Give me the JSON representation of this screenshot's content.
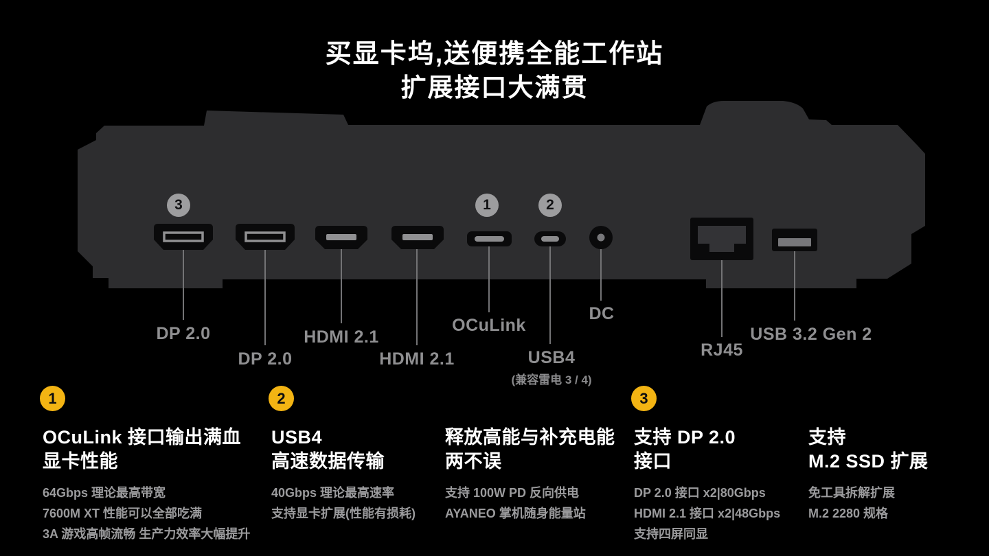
{
  "title": {
    "line1": "买显卡坞,送便携全能工作站",
    "line2": "扩展接口大满贯"
  },
  "ports": [
    {
      "label": "DP 2.0"
    },
    {
      "label": "DP 2.0"
    },
    {
      "label": "HDMI 2.1"
    },
    {
      "label": "HDMI 2.1"
    },
    {
      "label": "OCuLink",
      "callout": "1"
    },
    {
      "label": "USB4",
      "sublabel": "(兼容雷电 3 / 4)",
      "callout": "2"
    },
    {
      "label": "DC"
    },
    {
      "label": "RJ45"
    },
    {
      "label": "USB 3.2 Gen 2"
    }
  ],
  "dp_callout": "3",
  "features": [
    {
      "badge": "1",
      "heading": "OCuLink 接口输出满血\n显卡性能",
      "body": "64Gbps 理论最高带宽\n7600M XT 性能可以全部吃满\n3A 游戏高帧流畅 生产力效率大幅提升"
    },
    {
      "badge": "2",
      "heading": "USB4\n高速数据传输",
      "body": "40Gbps 理论最高速率\n支持显卡扩展(性能有损耗)"
    },
    {
      "badge": "",
      "heading": "释放高能与补充电能\n两不误",
      "body": "支持 100W PD 反向供电\nAYANEO 掌机随身能量站"
    },
    {
      "badge": "3",
      "heading": "支持 DP 2.0\n接口",
      "body": "DP 2.0 接口 x2|80Gbps\nHDMI 2.1 接口 x2|48Gbps\n支持四屏同显"
    },
    {
      "badge": "",
      "heading": "支持\nM.2 SSD 扩展",
      "body": "免工具拆解扩展\nM.2 2280 规格"
    }
  ],
  "colors": {
    "background": "#000000",
    "device_body": "#2d2d2f",
    "port_black": "#0a0a0b",
    "accent_yellow": "#f3b413",
    "callout_gray": "#9d9d9f",
    "port_label_gray": "#8f8f91",
    "body_text_gray": "#9b9b9d",
    "heading_white": "#ffffff"
  }
}
